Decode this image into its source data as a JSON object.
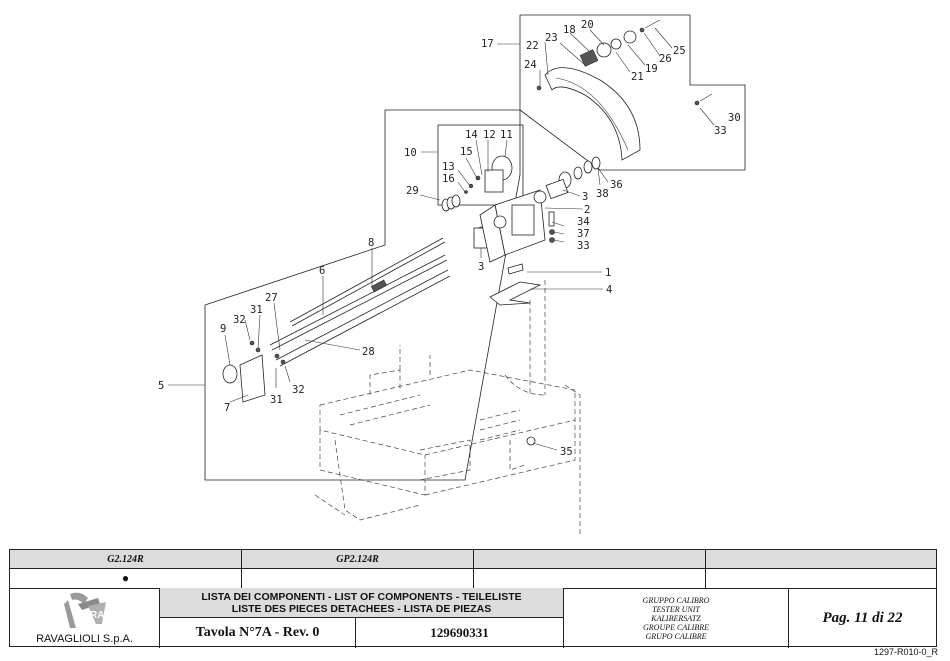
{
  "drawing": {
    "callouts": [
      "1",
      "2",
      "3",
      "3",
      "4",
      "5",
      "6",
      "7",
      "8",
      "9",
      "10",
      "11",
      "12",
      "13",
      "14",
      "15",
      "16",
      "17",
      "18",
      "19",
      "20",
      "21",
      "22",
      "23",
      "24",
      "25",
      "26",
      "27",
      "28",
      "29",
      "30",
      "31",
      "31",
      "32",
      "32",
      "33",
      "33",
      "34",
      "35",
      "36",
      "37",
      "38"
    ]
  },
  "titleblock": {
    "models": [
      "G2.124R",
      "GP2.124R",
      "",
      ""
    ],
    "marks": [
      "●",
      "",
      "",
      ""
    ],
    "company": "RAVAGLIOLI S.p.A.",
    "list_title_line1": "LISTA DEI COMPONENTI - LIST OF COMPONENTS - TEILELISTE",
    "list_title_line2": "LISTE DES PIECES DETACHEES - LISTA DE PIEZAS",
    "table": "Tavola N°7A - Rev. 0",
    "code": "129690331",
    "group": [
      "GRUPPO CALIBRO",
      "TESTER UNIT",
      "KALIBERSATZ",
      "GROUPE CALIBRE",
      "GRUPO CALIBRE"
    ],
    "page": "Pag. 11 di 22"
  },
  "doc_ref": "1297-R010-0_R"
}
